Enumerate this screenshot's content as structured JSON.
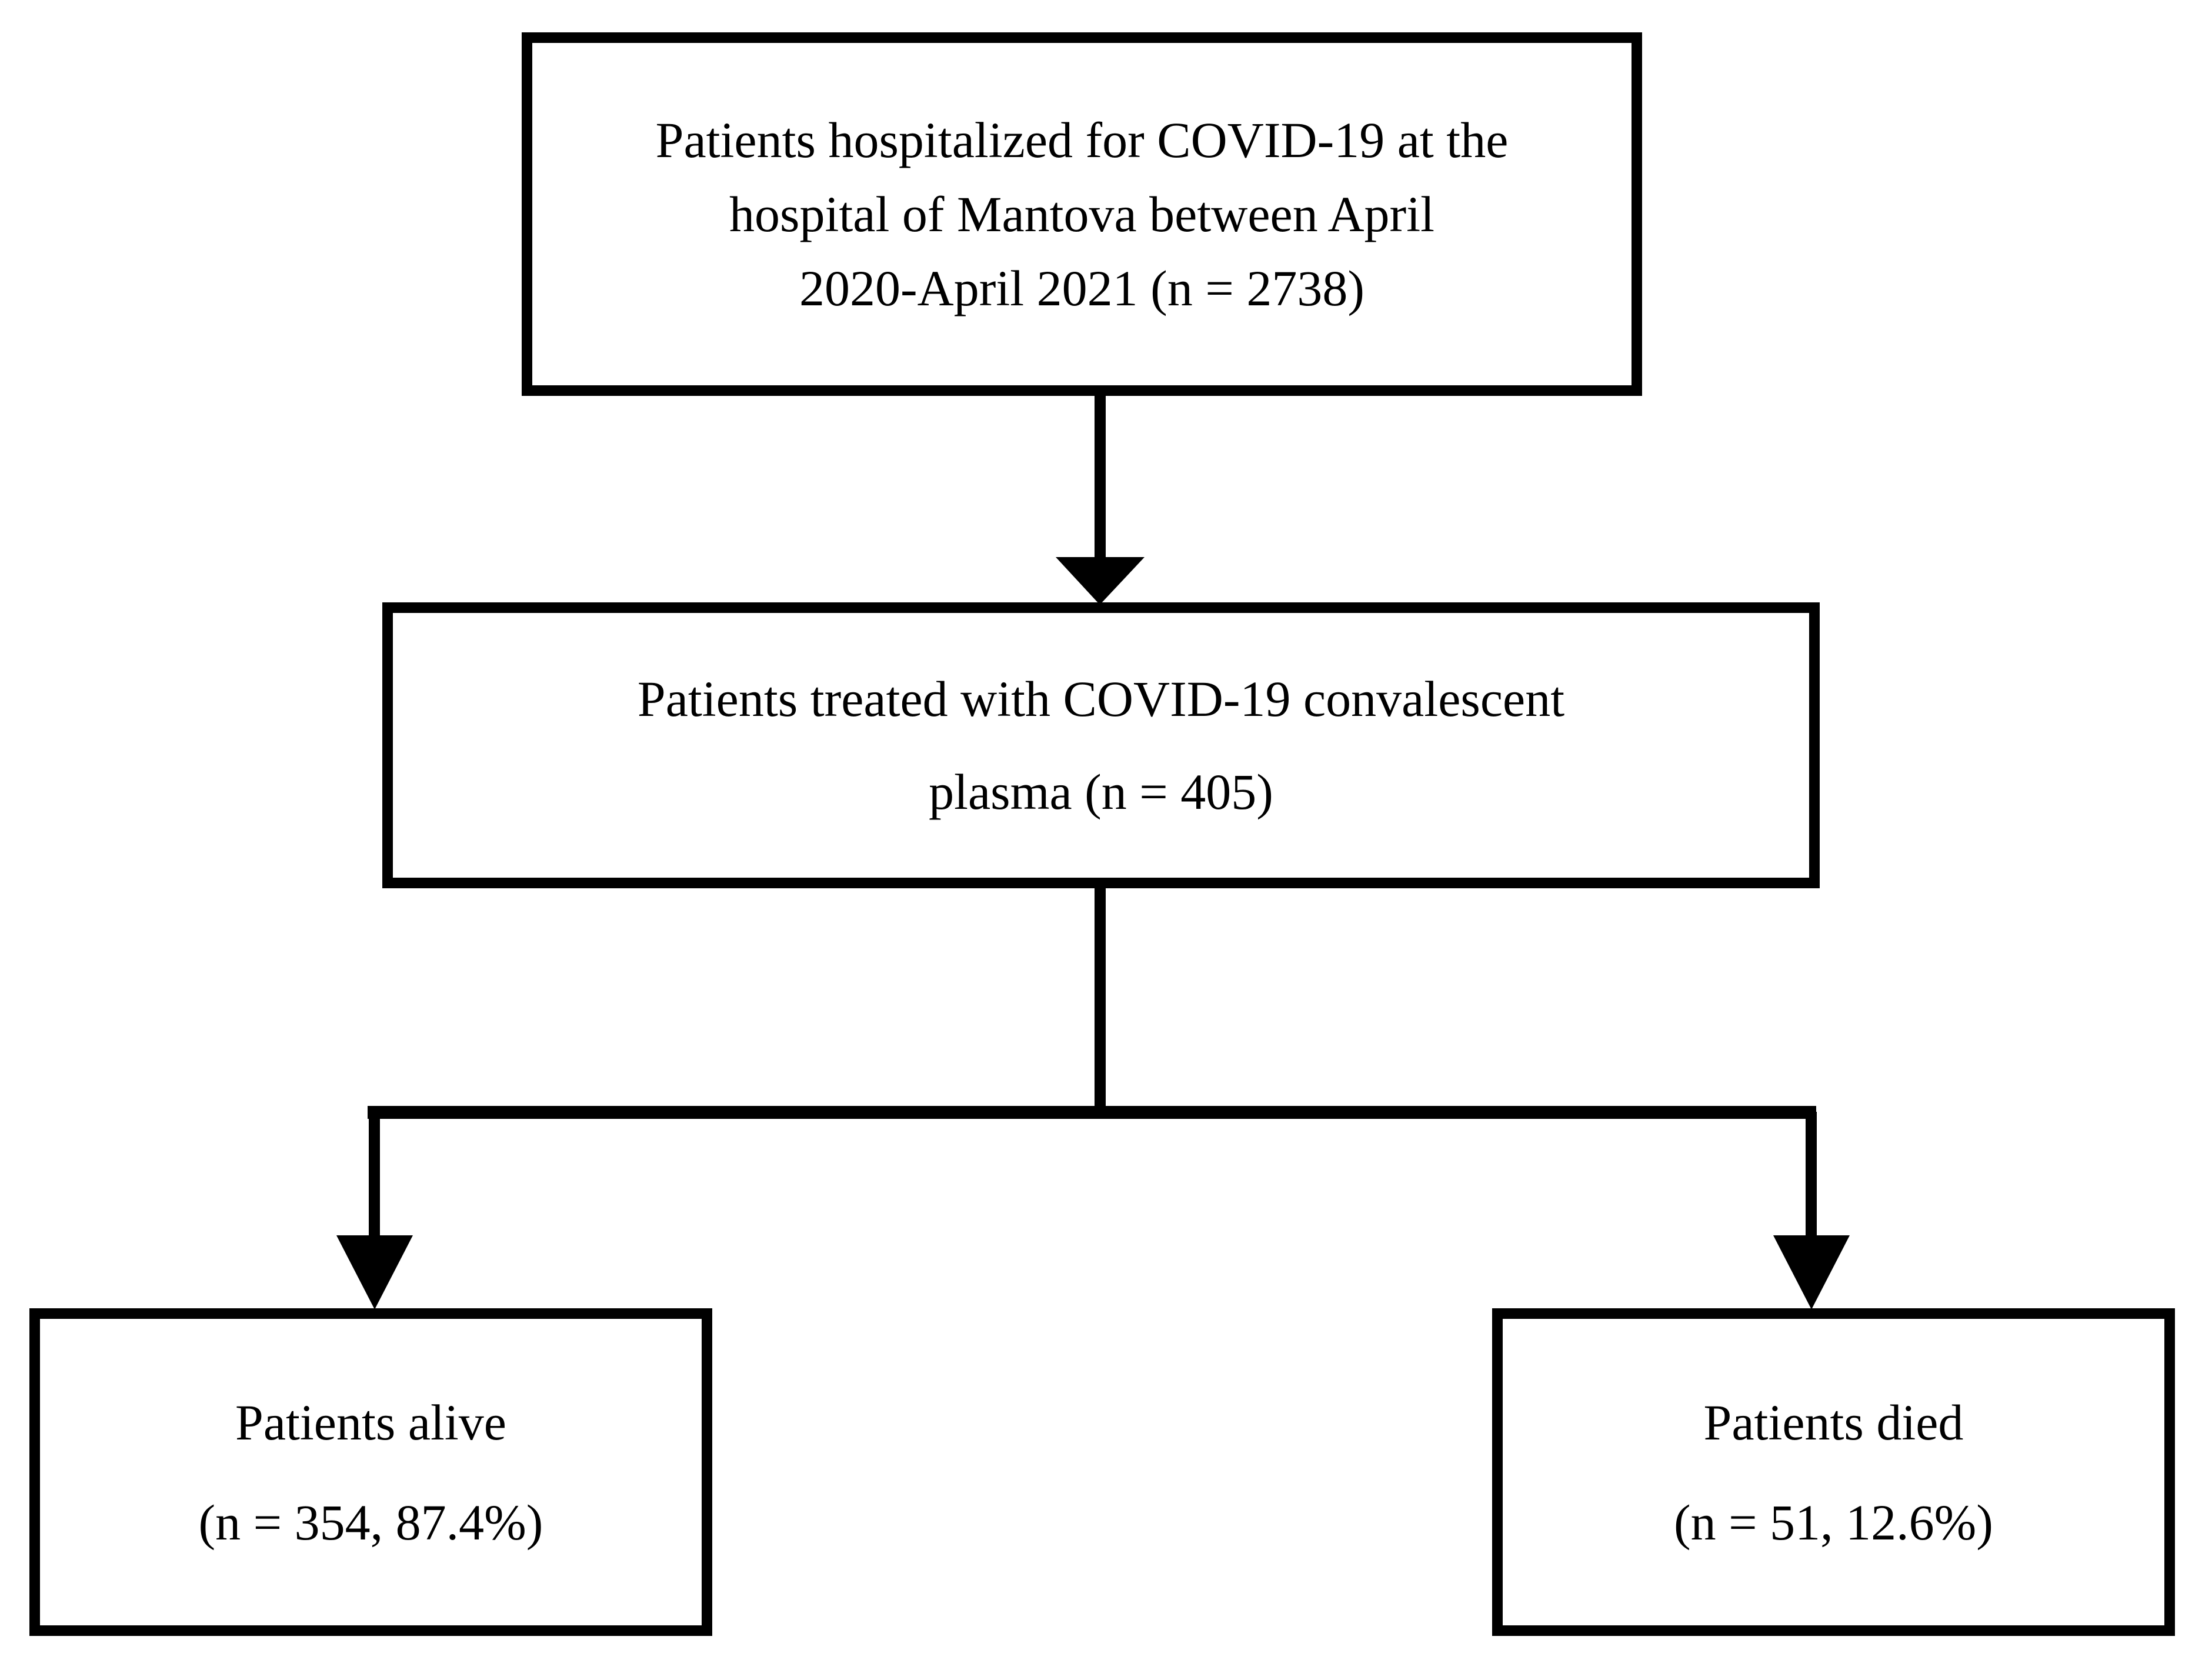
{
  "diagram": {
    "type": "flowchart",
    "orientation": "top-down",
    "line_color": "#000000",
    "background_color": "#ffffff",
    "text_color": "#000000",
    "nodes": [
      {
        "id": "cohort",
        "name": "hospitalized-cohort",
        "lines": [
          "Patients hospitalized for COVID-19 at the",
          "hospital of Mantova between April",
          "2020-April 2021 (n = 2738)"
        ],
        "n": 2738
      },
      {
        "id": "treated",
        "name": "treated-with-ccp",
        "lines": [
          "Patients treated with COVID-19 convalescent",
          "plasma (n = 405)"
        ],
        "n": 405
      },
      {
        "id": "alive",
        "name": "patients-alive",
        "lines": [
          "Patients alive",
          "(n = 354, 87.4%)"
        ],
        "n": 354,
        "percent": "87.4%"
      },
      {
        "id": "died",
        "name": "patients-died",
        "lines": [
          "Patients died",
          "(n = 51, 12.6%)"
        ],
        "n": 51,
        "percent": "12.6%"
      }
    ],
    "edges": [
      {
        "from": "cohort",
        "to": "treated",
        "arrow": "down"
      },
      {
        "from": "treated",
        "to": "alive",
        "arrow": "down"
      },
      {
        "from": "treated",
        "to": "died",
        "arrow": "down"
      }
    ]
  }
}
